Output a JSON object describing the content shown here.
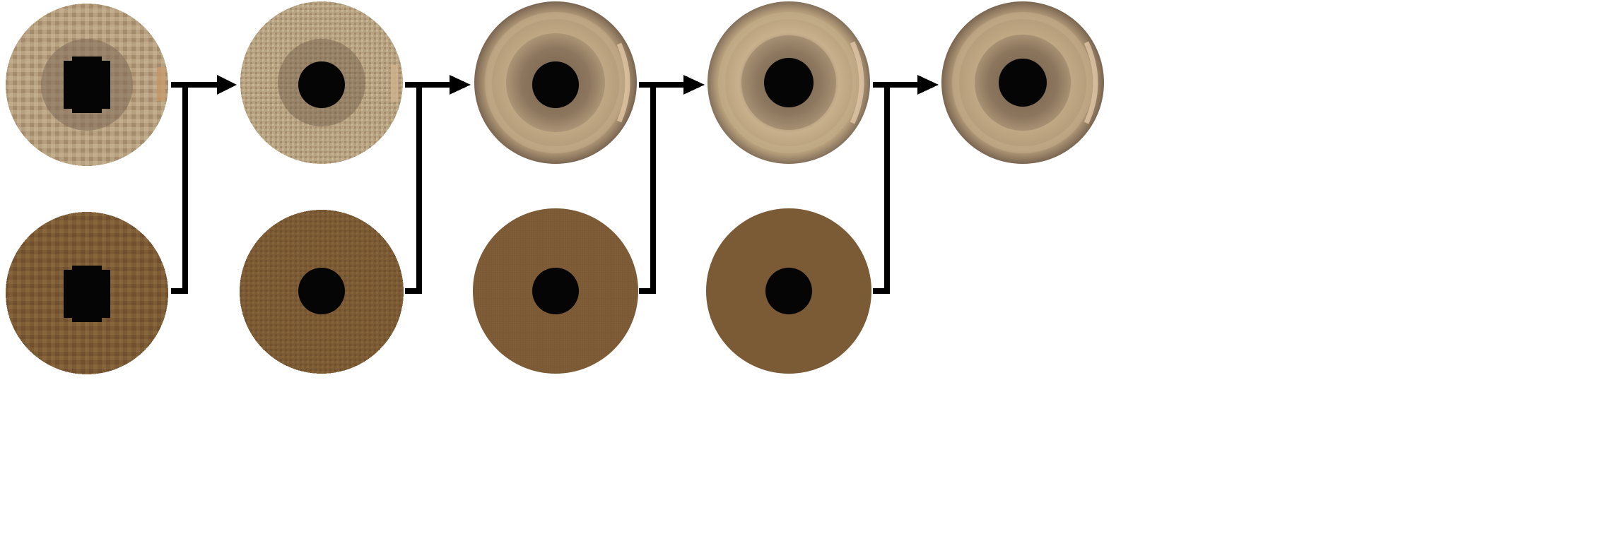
{
  "figure": {
    "top_row": [
      {
        "name": "iris-top-1",
        "kind": "pixelated-iris",
        "resolution": "low"
      },
      {
        "name": "iris-top-2",
        "kind": "pixelated-iris",
        "resolution": "medium"
      },
      {
        "name": "iris-top-3",
        "kind": "smooth-iris",
        "resolution": "high"
      },
      {
        "name": "iris-top-4",
        "kind": "smooth-iris",
        "resolution": "higher"
      },
      {
        "name": "iris-top-5",
        "kind": "smooth-iris",
        "resolution": "highest"
      }
    ],
    "bottom_row": [
      {
        "name": "base-bottom-1",
        "kind": "brown-disc-with-pupil",
        "resolution": "low"
      },
      {
        "name": "base-bottom-2",
        "kind": "brown-disc-with-pupil",
        "resolution": "medium"
      },
      {
        "name": "base-bottom-3",
        "kind": "brown-disc-with-pupil",
        "resolution": "high"
      },
      {
        "name": "base-bottom-4",
        "kind": "brown-disc-with-pupil",
        "resolution": "higher"
      }
    ],
    "colors": {
      "background": "#ffffff",
      "arrows": "#000000",
      "iris_tan": "#b7a080",
      "iris_tan_light": "#cbb694",
      "iris_dark_ring": "#6f5a47",
      "base_brown": "#7d5b34",
      "base_brown_dark": "#6f5030",
      "pupil": "#050505"
    }
  }
}
